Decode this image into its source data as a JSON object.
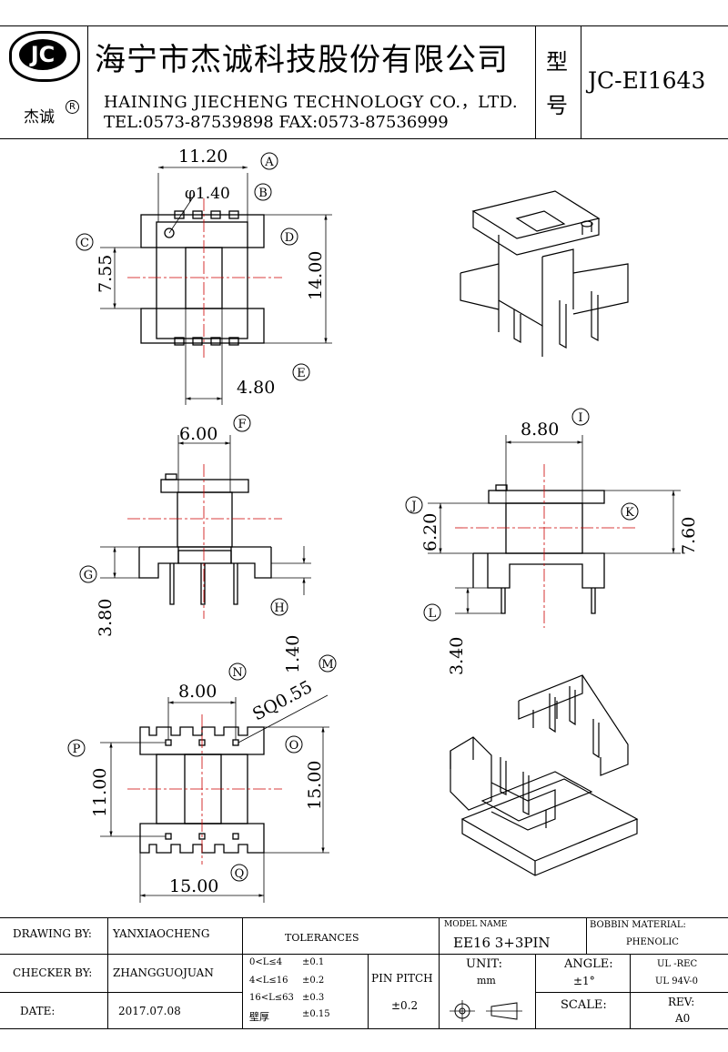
{
  "header": {
    "logo_text": "JC",
    "logo_sub": "杰诚",
    "registered": "R",
    "company_cn": "海宁市杰诚科技股份有限公司",
    "company_en": "HAINING  JIECHENG  TECHNOLOGY  CO.，LTD.",
    "contact": "TEL:0573-87539898   FAX:0573-87536999",
    "model_label_1": "型",
    "model_label_2": "号",
    "model_value": "JC-EI1643"
  },
  "drawing": {
    "top_view": {
      "dim_a": "11.20",
      "tag_a": "A",
      "dim_b": "φ1.40",
      "tag_b": "B",
      "dim_c": "7.55",
      "tag_c": "C",
      "dim_d": "14.00",
      "tag_d": "D",
      "dim_e": "4.80",
      "tag_e": "E"
    },
    "front_view": {
      "dim_f": "6.00",
      "tag_f": "F",
      "dim_g": "3.80",
      "tag_g": "G",
      "dim_h": "1.40",
      "tag_h": "H"
    },
    "side_view": {
      "dim_i": "8.80",
      "tag_i": "I",
      "dim_j": "6.20",
      "tag_j": "J",
      "dim_k": "7.60",
      "tag_k": "K",
      "dim_l": "3.40",
      "tag_l": "L"
    },
    "bottom_view": {
      "dim_n": "8.00",
      "tag_n": "N",
      "dim_m": "SQ0.55",
      "tag_m": "M",
      "dim_p": "11.00",
      "tag_p": "P",
      "dim_o": "15.00",
      "tag_o": "O",
      "dim_q": "15.00",
      "tag_q": "Q"
    }
  },
  "title_block": {
    "drawing_by_label": "DRAWING  BY:",
    "drawing_by_value": "YANXIAOCHENG",
    "checker_by_label": "CHECKER  BY:",
    "checker_by_value": "ZHANGGUOJUAN",
    "date_label": "DATE:",
    "date_value": "2017.07.08",
    "tolerances_label": "TOLERANCES",
    "tol_rows": [
      {
        "range": "0<L≤4",
        "value": "±0.1"
      },
      {
        "range": "4<L≤16",
        "value": "±0.2"
      },
      {
        "range": "16<L≤63",
        "value": "±0.3"
      },
      {
        "range": "壁厚",
        "value": "±0.15"
      }
    ],
    "pin_pitch_label": "PIN PITCH",
    "pin_pitch_value": "±0.2",
    "model_name_label": "MODEL NAME",
    "model_name_value": "EE16  3+3PIN",
    "bobbin_material_label": "BOBBIN MATERIAL:",
    "bobbin_material_value": "PHENOLIC",
    "unit_label": "UNIT:",
    "unit_value": "mm",
    "angle_label": "ANGLE:",
    "angle_value": "±1°",
    "ul_1": "UL -REC",
    "ul_2": "UL  94V-0",
    "scale_label": "SCALE:",
    "rev_label": "REV:",
    "rev_value": "A0"
  }
}
